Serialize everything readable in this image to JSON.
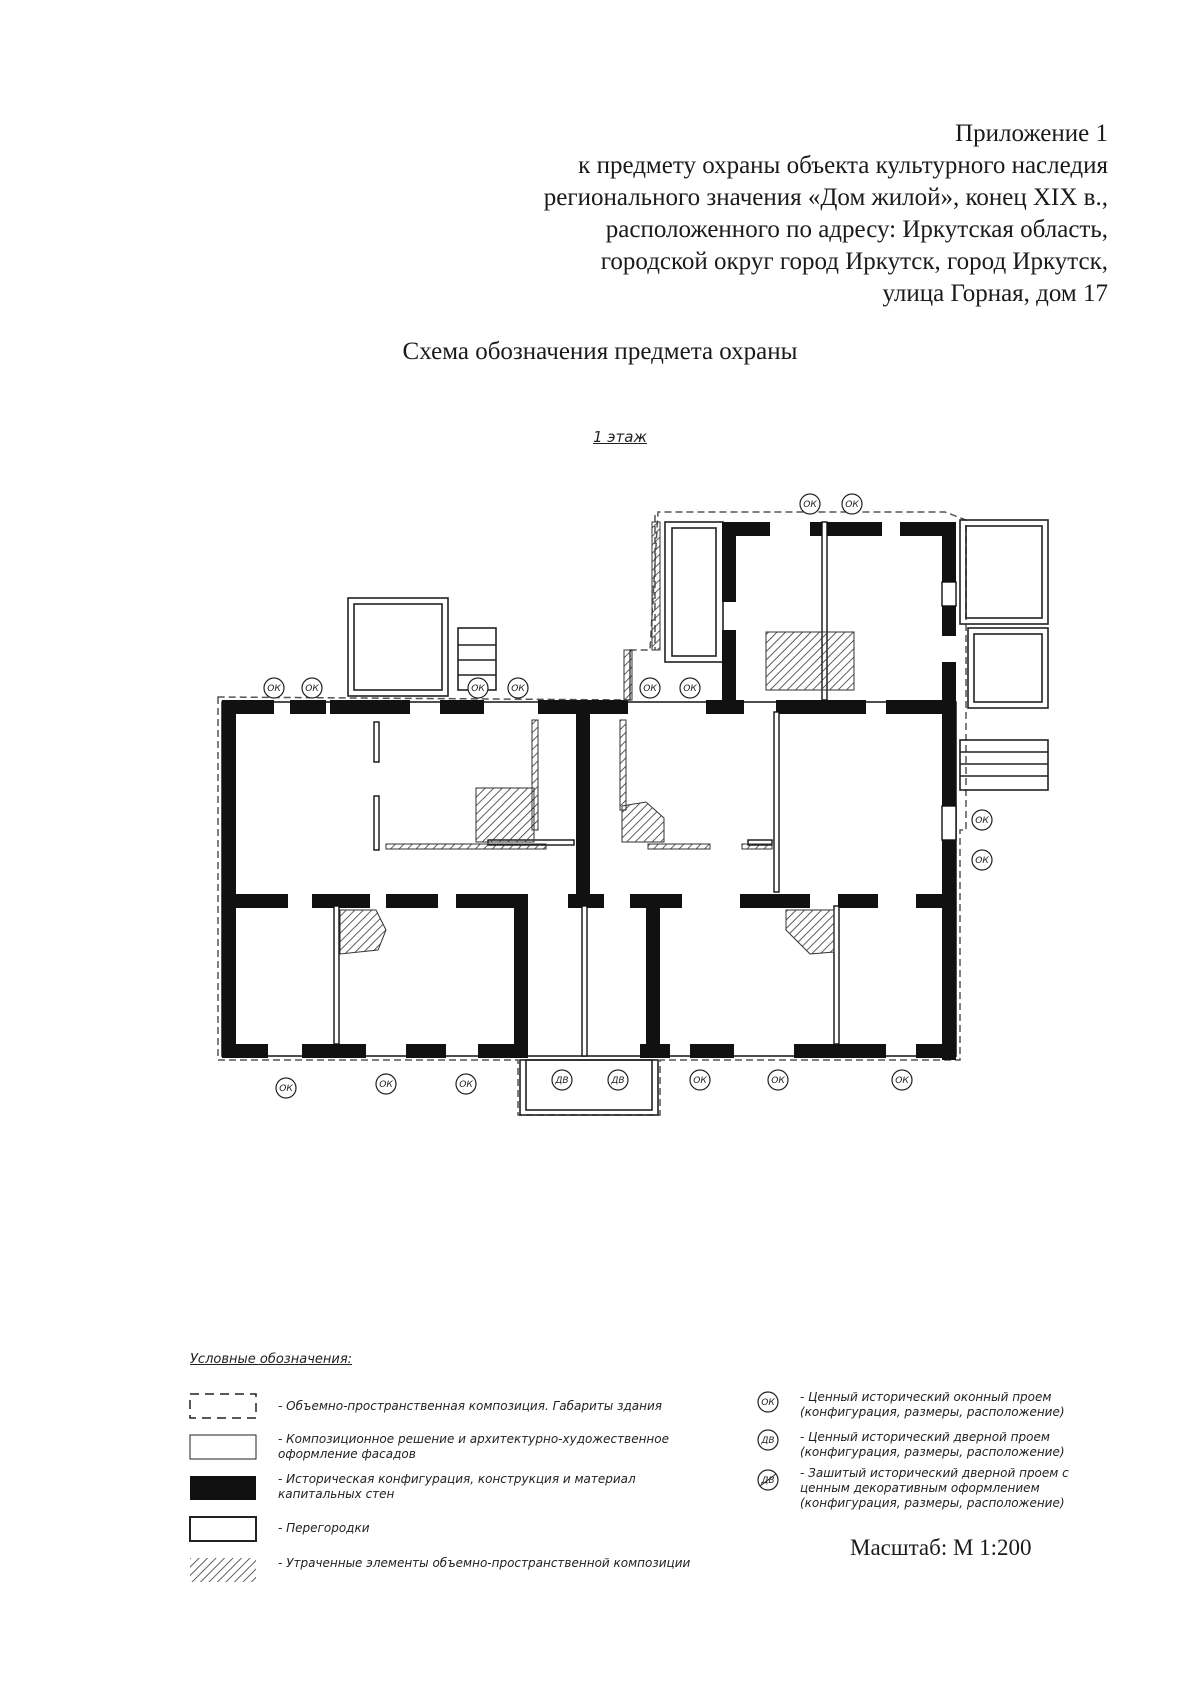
{
  "header": {
    "lines": [
      "Приложение 1",
      "к предмету охраны объекта культурного наследия",
      "регионального значения «Дом жилой», конец XIX в.,",
      "расположенного по адресу: Иркутская область,",
      "городской округ город Иркутск, город Иркутск,",
      "улица Горная, дом 17"
    ]
  },
  "title": "Схема обозначения предмета охраны",
  "floor_label": "1 этаж",
  "markers": {
    "window": "ОК",
    "door": "ДВ"
  },
  "legend": {
    "title": "Условные обозначения:",
    "left_items": [
      {
        "symbol": "dashed-box",
        "text": "- Объемно-пространственная композиция. Габариты здания"
      },
      {
        "symbol": "thin-box",
        "text": "- Композиционное решение и архитектурно-художественное оформление фасадов"
      },
      {
        "symbol": "black-box",
        "text": "- Историческая конфигурация, конструкция и материал капитальных стен"
      },
      {
        "symbol": "outline-box",
        "text": "- Перегородки"
      },
      {
        "symbol": "hatched-box",
        "text": "- Утраченные элементы объемно-пространственной композиции"
      }
    ],
    "right_items": [
      {
        "symbol": "window-marker",
        "text": "- Ценный исторический оконный проем (конфигурация, размеры, расположение)"
      },
      {
        "symbol": "door-marker",
        "text": "- Ценный исторический дверной проем (конфигурация, размеры, расположение)"
      },
      {
        "symbol": "sealed-door-marker",
        "text": "- Зашитый исторический дверной проем с ценным декоративным оформлением (конфигурация, размеры, расположение)"
      }
    ]
  },
  "scale": "Масштаб: М 1:200"
}
